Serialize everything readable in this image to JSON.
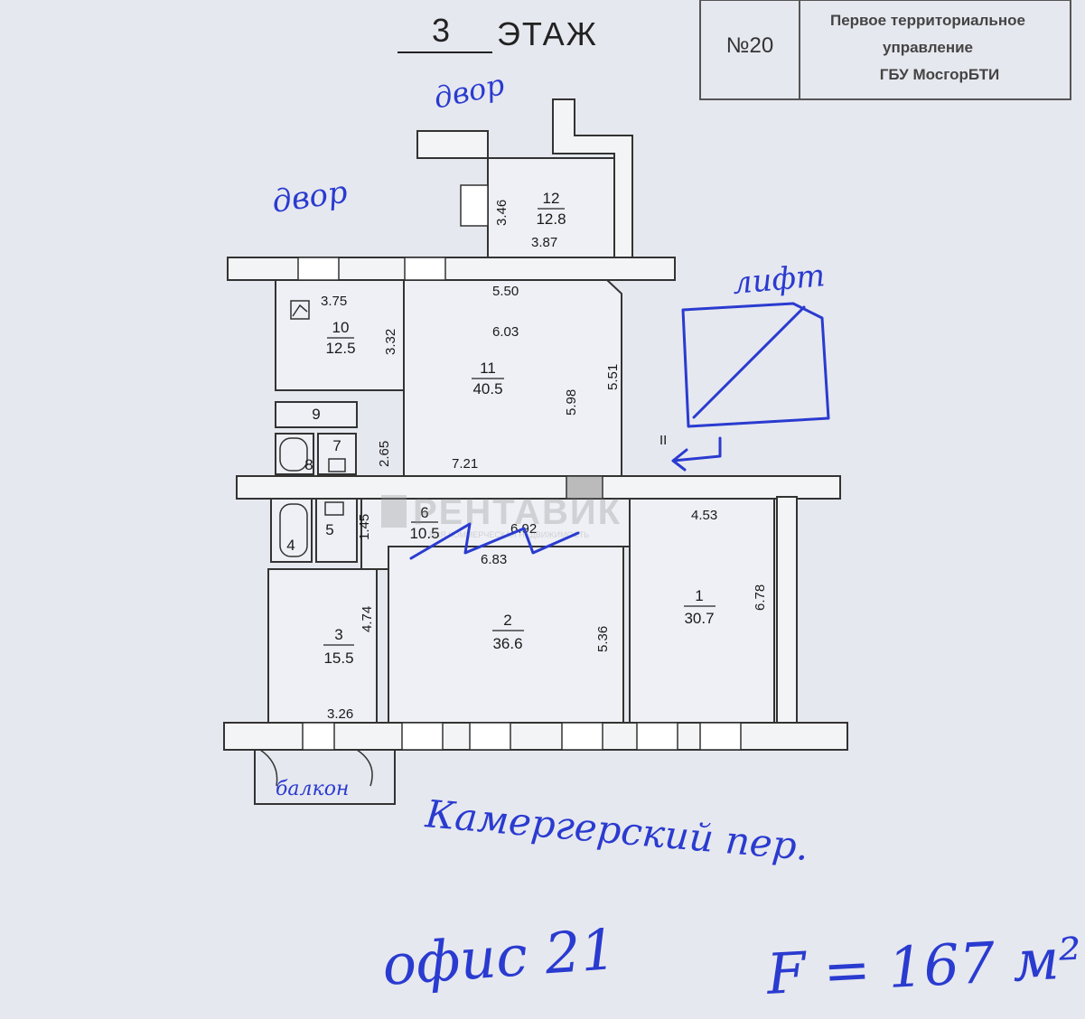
{
  "header": {
    "floor_number": "3",
    "floor_word": "ЭТАЖ",
    "stamp_number": "№20",
    "stamp_line1": "Первое территориальное",
    "stamp_line2": "управление",
    "stamp_line3": "ГБУ МосгорБТИ"
  },
  "handwritten": {
    "yard_top": "двор",
    "yard_left": "двор",
    "lift": "лифт",
    "balcony": "балкон",
    "street": "Камергерский пер.",
    "office": "офис 21",
    "area_total": "F = 167 м²"
  },
  "watermark": {
    "brand": "РЕНТАВИК",
    "tagline": "ВСЯ КОММЕРЧЕСКАЯ НЕДВИЖИМОСТЬ"
  },
  "rooms": [
    {
      "id": "r12",
      "number": "12",
      "area": "12.8"
    },
    {
      "id": "r10",
      "number": "10",
      "area": "12.5"
    },
    {
      "id": "r11",
      "number": "11",
      "area": "40.5"
    },
    {
      "id": "r9",
      "number": "9"
    },
    {
      "id": "r8",
      "number": "8"
    },
    {
      "id": "r7",
      "number": "7"
    },
    {
      "id": "r6",
      "number": "6",
      "area": "10.5"
    },
    {
      "id": "r5",
      "number": "5"
    },
    {
      "id": "r4",
      "number": "4"
    },
    {
      "id": "r3",
      "number": "3",
      "area": "15.5"
    },
    {
      "id": "r2",
      "number": "2",
      "area": "36.6"
    },
    {
      "id": "r1",
      "number": "1",
      "area": "30.7"
    }
  ],
  "dimensions": {
    "d_346": "3.46",
    "d_387": "3.87",
    "d_550": "5.50",
    "d_375": "3.75",
    "d_332": "3.32",
    "d_603": "6.03",
    "d_551": "5.51",
    "d_598": "5.98",
    "d_265": "2.65",
    "d_721": "7.21",
    "d_145": "1.45",
    "d_692": "6.92",
    "d_683": "6.83",
    "d_453": "4.53",
    "d_678": "6.78",
    "d_474": "4.74",
    "d_536": "5.36",
    "d_326": "3.26"
  },
  "marks": {
    "lift_door": "II"
  },
  "colors": {
    "ink": "#2a3bd0",
    "lines": "#333333",
    "paper": "#e6e8ef"
  }
}
